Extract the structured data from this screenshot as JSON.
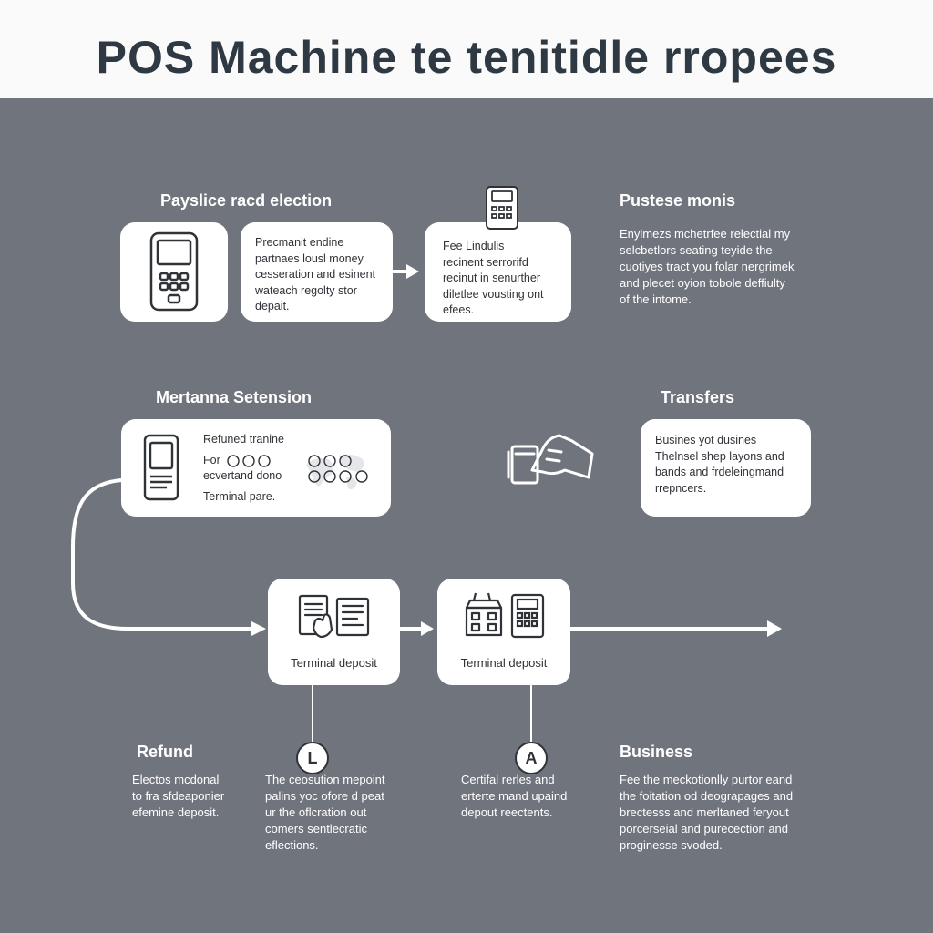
{
  "title": "POS Machine te tenitidle rropees",
  "sections": {
    "payslice": {
      "heading": "Payslice racd election",
      "card1_text": "Precmanit endine\npartnaes lousl money\ncesseration and esinent\nwateach regolty stor\ndepait.",
      "card2_text": "Fee Lindulis\nrecinent serrorifd\nrecinut in senurther\ndiletlee vousting ont\nefees."
    },
    "pustese": {
      "heading": "Pustese monis",
      "text": "Enyimezs mchetrfee relectial my\nselcbetlors seating teyide the\ncuotiyes tract you folar nergrimek\nand plecet oyion tobole deffiulty\nof the intome."
    },
    "mertanna": {
      "heading": "Mertanna Setension",
      "card_line1": "Refuned tranine",
      "card_line2": "For",
      "card_line3": "ecvertand  dono",
      "card_line4": "Terminal pare."
    },
    "transfers": {
      "heading": "Transfers",
      "card_text": "Busines yot dusines\nThelnsel shep layons and\nbands and frdeleingmand\nrrepncers."
    },
    "terminal1": {
      "label": "Terminal deposit"
    },
    "terminal2": {
      "label": "Terminal deposit"
    },
    "refund": {
      "heading": "Refund",
      "text": "Electos mcdonal\nto fra sfdeaponier\nefemine deposit."
    },
    "marker_l": {
      "letter": "L",
      "text": "The ceosution mepoint\npalins yoc ofore d peat\nur the oflcration out\ncomers sentlecratic\neflections."
    },
    "marker_a": {
      "letter": "A",
      "text": "Certifal rerles and\nerterte mand upaind\ndepout reectents."
    },
    "business": {
      "heading": "Business",
      "text": "Fee the meckotionlly purtor eand\nthe foitation od deograpages and\nbrectesss and merltaned feryout\nporcerseial and purecection and\nproginesse svoded."
    },
    "colors": {
      "background": "#70757d",
      "header": "#fafafa",
      "title": "#2e3943",
      "card": "#ffffff",
      "ink": "#2f3237"
    },
    "icons": [
      "pos-terminal-icon",
      "handheld-pos-icon",
      "card-payment-hand-icon",
      "document-icon",
      "receipt-hand-icon",
      "store-icon",
      "keypad-device-icon",
      "map-icon",
      "coin-icon"
    ]
  }
}
